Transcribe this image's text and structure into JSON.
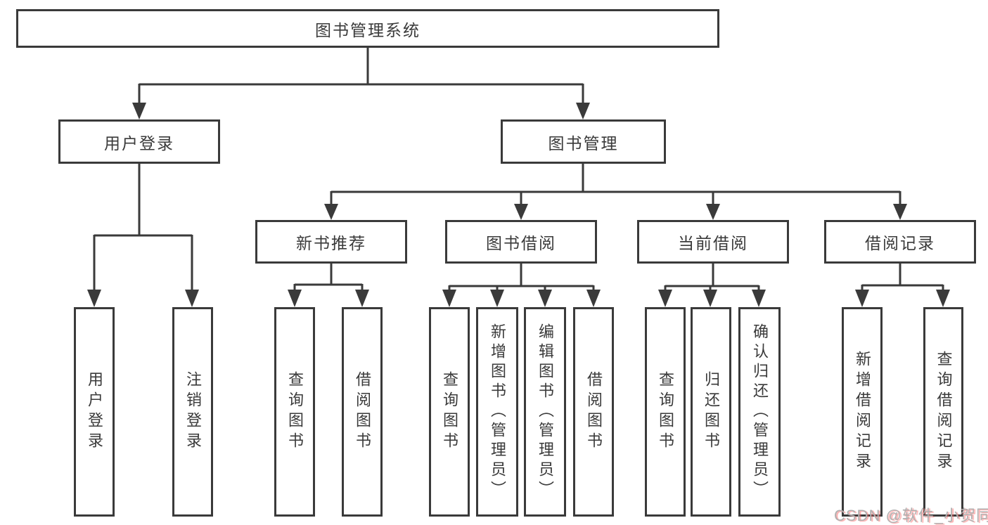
{
  "nodes": {
    "root": "图书管理系统",
    "user_login": "用户登录",
    "book_mgmt": "图书管理",
    "new_rec": "新书推荐",
    "borrowing": "图书借阅",
    "current": "当前借阅",
    "records": "借阅记录",
    "ul_login": "用户登录",
    "ul_logout": "注销登录",
    "nr_query": "查询图书",
    "nr_borrow": "借阅图书",
    "bw_query": "查询图书",
    "bw_add": "新增图书（管理员）",
    "bw_edit": "编辑图书（管理员）",
    "bw_borrow": "借阅图书",
    "cu_query": "查询图书",
    "cu_return": "归还图书",
    "cu_confirm": "确认归还（管理员）",
    "re_add": "新增借阅记录",
    "re_query": "查询借阅记录"
  },
  "hierarchy": {
    "图书管理系统": {
      "用户登录": [
        "用户登录",
        "注销登录"
      ],
      "图书管理": {
        "新书推荐": [
          "查询图书",
          "借阅图书"
        ],
        "图书借阅": [
          "查询图书",
          "新增图书（管理员）",
          "编辑图书（管理员）",
          "借阅图书"
        ],
        "当前借阅": [
          "查询图书",
          "归还图书",
          "确认归还（管理员）"
        ],
        "借阅记录": [
          "新增借阅记录",
          "查询借阅记录"
        ]
      }
    }
  },
  "watermark": {
    "text": "CSDN @软件_小贺同学"
  },
  "colors": {
    "line": "#3a3a3a",
    "text": "#3a3a3a",
    "background": "#ffffff",
    "watermark_gray": "#b0b0b0",
    "watermark_accent": "#fb5f5f"
  }
}
